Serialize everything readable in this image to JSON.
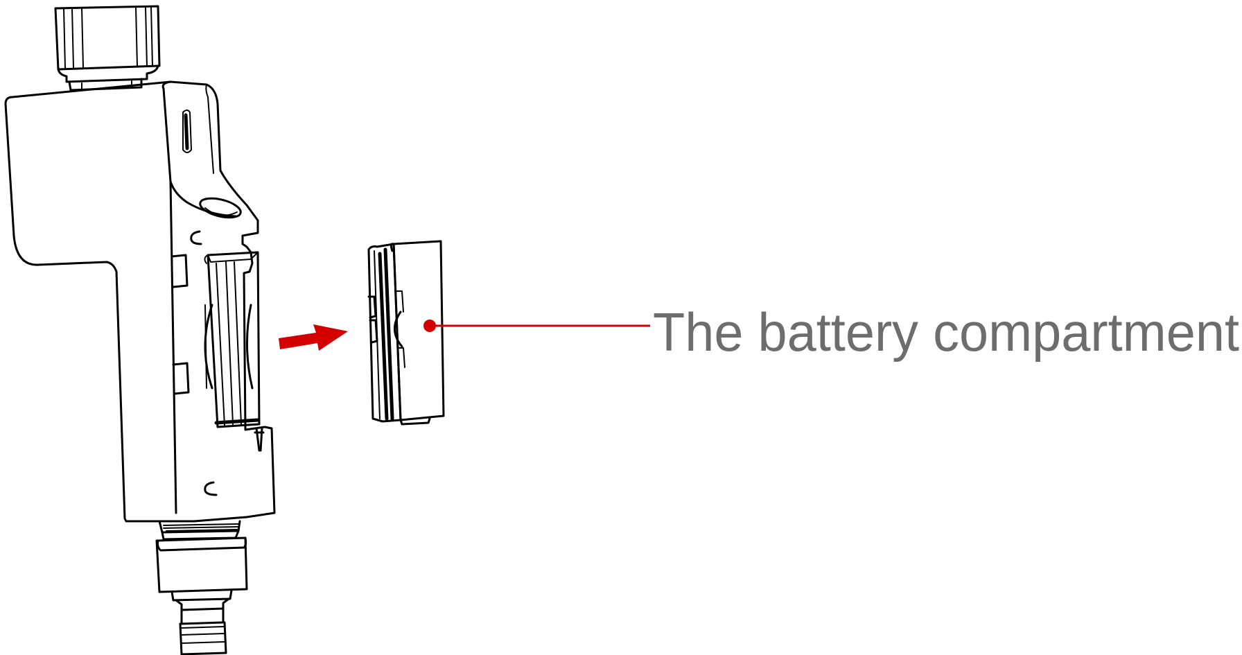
{
  "callout": {
    "label": "The battery compartment"
  },
  "colors": {
    "line": "#000000",
    "accent": "#d40000",
    "label": "#6d6d6d"
  },
  "icons": {
    "direction_arrow": "red-arrow-right",
    "device": "water-timer-body",
    "part": "battery-compartment"
  }
}
